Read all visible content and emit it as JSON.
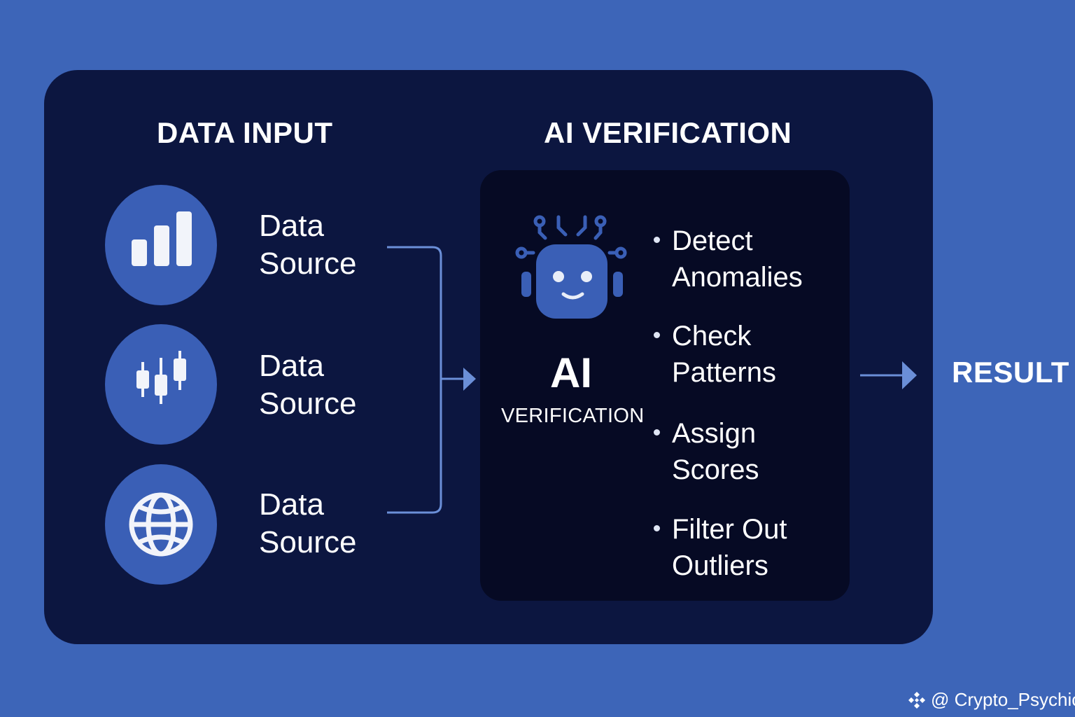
{
  "sections": {
    "data_input": {
      "title": "DATA INPUT"
    },
    "ai_verification": {
      "title": "AI VERIFICATION"
    }
  },
  "data_sources": [
    {
      "icon": "bar-chart-icon",
      "line1": "Data",
      "line2": "Source"
    },
    {
      "icon": "candlestick-chart-icon",
      "line1": "Data",
      "line2": "Source"
    },
    {
      "icon": "globe-icon",
      "line1": "Data",
      "line2": "Source"
    }
  ],
  "ai_box": {
    "icon": "robot-icon",
    "label_big": "AI",
    "label_small": "VERIFICATION",
    "steps": [
      {
        "line1": "Detect",
        "line2": "Anomalies"
      },
      {
        "line1": "Check",
        "line2": "Patterns"
      },
      {
        "line1": "Assign",
        "line2": "Scores"
      },
      {
        "line1": "Filter Out",
        "line2": "Outliers"
      }
    ]
  },
  "result": {
    "label": "RESULT"
  },
  "watermark": {
    "icon": "binance-logo-icon",
    "text": "@ Crypto_Psychic"
  },
  "colors": {
    "background": "#3d65b8",
    "panel": "#0c1640",
    "inner_panel": "#060a24",
    "accent": "#3a5fb6",
    "connector": "#6b8fd8",
    "text": "#ffffff"
  }
}
